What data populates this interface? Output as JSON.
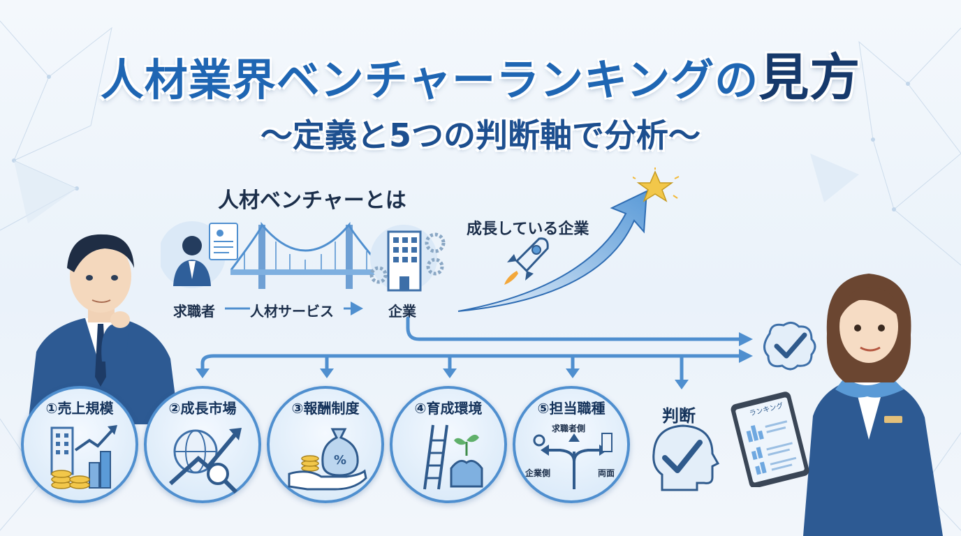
{
  "header": {
    "title_main": "人材業界ベンチャーランキングの",
    "title_accent": "見方",
    "subtitle": "〜定義と5つの判断軸で分析〜"
  },
  "definition": {
    "heading": "人材ベンチャーとは",
    "job_seeker": "求職者",
    "service": "人材サービス",
    "company": "企業",
    "growth_label": "成長している企業"
  },
  "criteria": [
    {
      "label": "①売上規模",
      "icon": "sales-chart-icon"
    },
    {
      "label": "②成長市場",
      "icon": "globe-growth-icon"
    },
    {
      "label": "③報酬制度",
      "icon": "money-bag-hand-icon"
    },
    {
      "label": "④育成環境",
      "icon": "ladder-sprout-icon"
    },
    {
      "label": "⑤担当職種",
      "icon": "branch-arrows-icon",
      "top": "求職者側",
      "left": "企業側",
      "right": "両面"
    }
  ],
  "judgment": {
    "label": "判断"
  },
  "tablet": {
    "screen_text": "ランキング"
  },
  "colors": {
    "primary": "#1f66b3",
    "dark": "#16396b",
    "arrow": "#4f8fcf",
    "circle_bg": "#dcebf9"
  }
}
